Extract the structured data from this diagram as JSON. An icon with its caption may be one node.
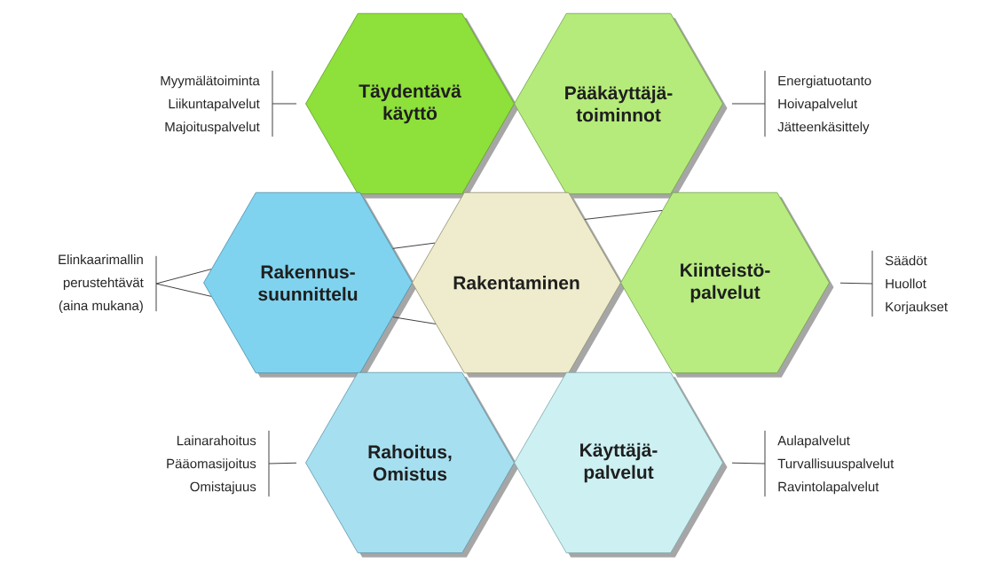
{
  "diagram": {
    "nodes": [
      {
        "text": [
          "Täydentävä käyttö"
        ]
      },
      {
        "text": [
          "Pääkäyttäjä- toiminnot"
        ]
      },
      {
        "text": [
          "Rakennus- suunnittelu"
        ]
      },
      {
        "text": [
          "Rakentaminen"
        ]
      },
      {
        "text": [
          "Kiinteistö- palvelut"
        ]
      },
      {
        "text": [
          "Rahoitus, Omistus"
        ]
      },
      {
        "text": [
          "Käyttäjä- palvelut"
        ]
      },
      {
        "text": [
          "Myymälätoiminta",
          "Liikuntapalvelut",
          "Majoituspalvelut"
        ]
      },
      {
        "text": [
          "Energiatuotanto",
          "Hoivapalvelut",
          "Jätteenkäsittely"
        ]
      },
      {
        "text": [
          "Elinkaarimallin perustehtävät (aina mukana)"
        ]
      },
      {
        "text": [
          "Säädöt",
          "Huollot",
          "Korjaukset"
        ]
      },
      {
        "text": [
          "Lainarahoitus",
          "Pääomasijoitus",
          "Omistajuus"
        ]
      },
      {
        "text": [
          "Aulapalvelut",
          "Turvallisuuspalvelut",
          "Ravintolapalvelut"
        ]
      }
    ],
    "edges": [
      {
        "from": 7,
        "to": 0,
        "arrow": "none"
      },
      {
        "from": 1,
        "to": 8,
        "arrow": "none"
      },
      {
        "from": 9,
        "to": 2,
        "arrow": "none"
      },
      {
        "from": 9,
        "to": 2,
        "arrow": "none"
      },
      {
        "from": 2,
        "to": 3,
        "arrow": "none"
      },
      {
        "from": 3,
        "to": 4,
        "arrow": "none"
      },
      {
        "from": 2,
        "to": 3,
        "arrow": "none"
      },
      {
        "from": 4,
        "to": 10,
        "arrow": "none"
      },
      {
        "from": 11,
        "to": 5,
        "arrow": "none"
      },
      {
        "from": 6,
        "to": 12,
        "arrow": "none"
      }
    ]
  }
}
